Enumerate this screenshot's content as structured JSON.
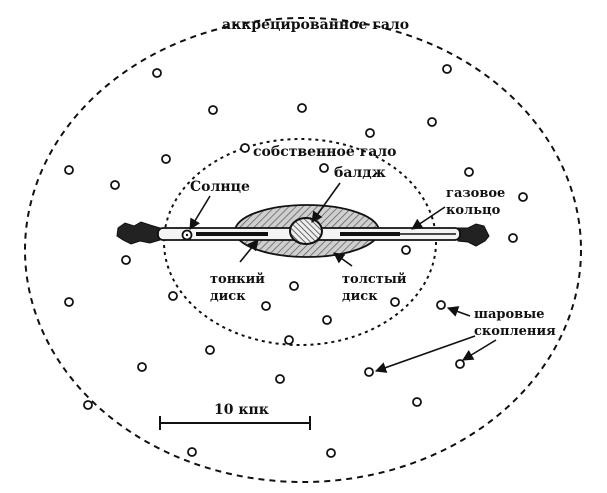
{
  "labels": {
    "accreted_halo": "аккрецированное гало",
    "own_halo": "собственное гало",
    "sun": "Солнце",
    "bulge": "балдж",
    "gas_ring_line1": "газовое",
    "gas_ring_line2": "кольцо",
    "thin_disk_line1": "тонкий",
    "thin_disk_line2": "диск",
    "thick_disk_line1": "толстый",
    "thick_disk_line2": "диск",
    "globular_line1": "шаровые",
    "globular_line2": "скопления",
    "scale_bar": "10 кпк"
  }
}
